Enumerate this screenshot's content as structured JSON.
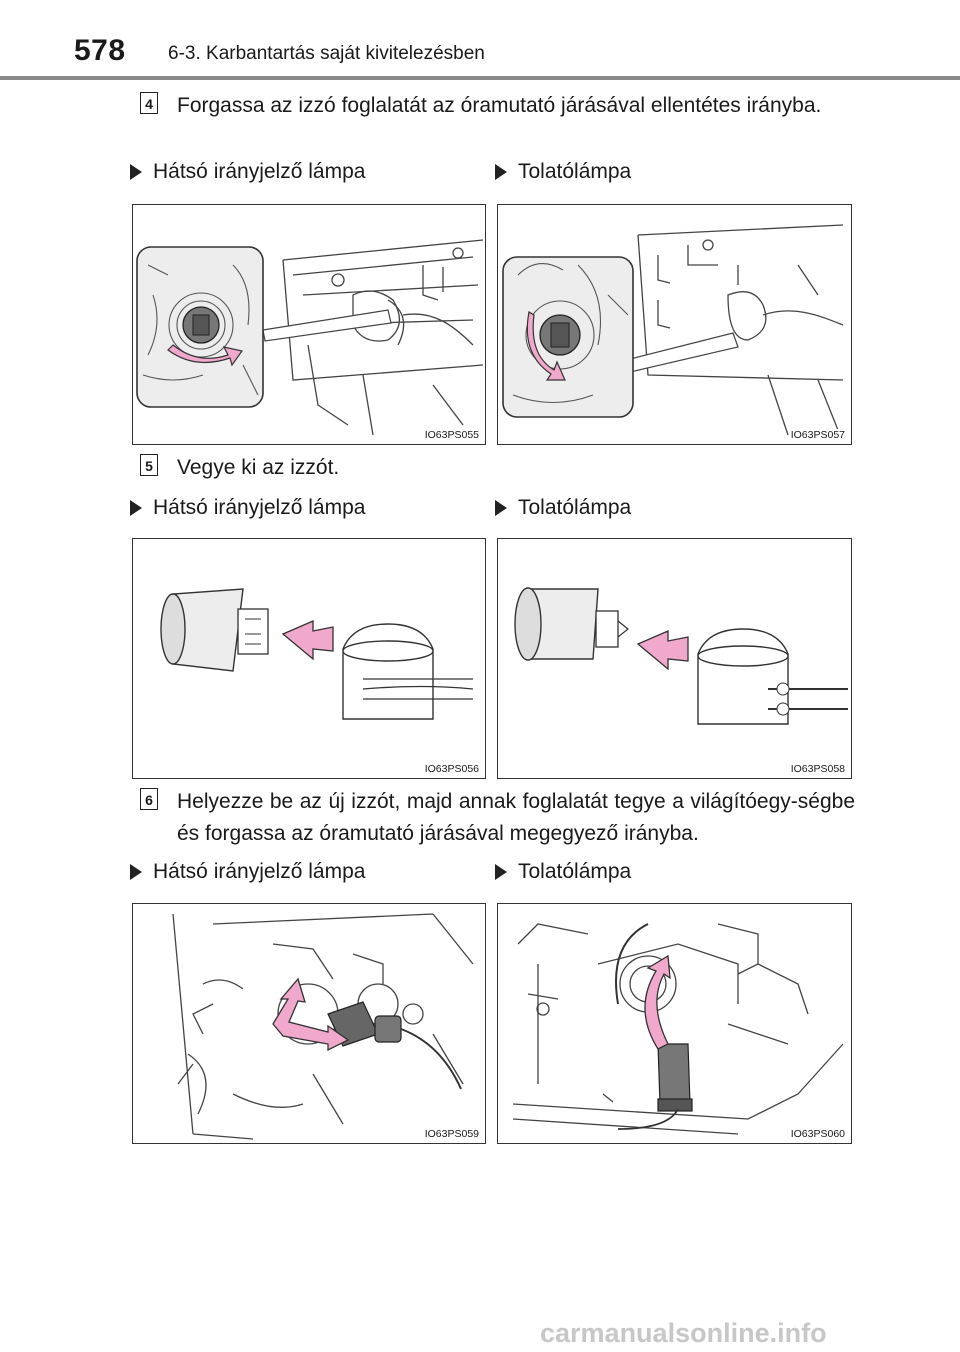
{
  "header": {
    "page_number": "578",
    "section_title": "6-3. Karbantartás saját kivitelezésben"
  },
  "steps": [
    {
      "number": "4",
      "text": "Forgassa az izzó foglalatát az óramutató járásával ellentétes irányba.",
      "labels": [
        "Hátsó irányjelző lámpa",
        "Tolatólámpa"
      ],
      "figures": [
        "IO63PS055",
        "IO63PS057"
      ]
    },
    {
      "number": "5",
      "text": "Vegye ki az izzót.",
      "labels": [
        "Hátsó irányjelző lámpa",
        "Tolatólámpa"
      ],
      "figures": [
        "IO63PS056",
        "IO63PS058"
      ]
    },
    {
      "number": "6",
      "text": "Helyezze be az új izzót, majd annak foglalatát tegye a világítóegy-ségbe és forgassa az óramutató járásával megegyező irányba.",
      "labels": [
        "Hátsó irányjelző lámpa",
        "Tolatólámpa"
      ],
      "figures": [
        "IO63PS059",
        "IO63PS060"
      ]
    }
  ],
  "watermark": "carmanualsonline.info",
  "colors": {
    "arrow": "#f0a8cc",
    "arrow_stroke": "#333333",
    "rule": "#8a8a8a",
    "inset_fill": "#ededed"
  },
  "icons": {
    "label_bullet": "triangle-right-icon"
  }
}
